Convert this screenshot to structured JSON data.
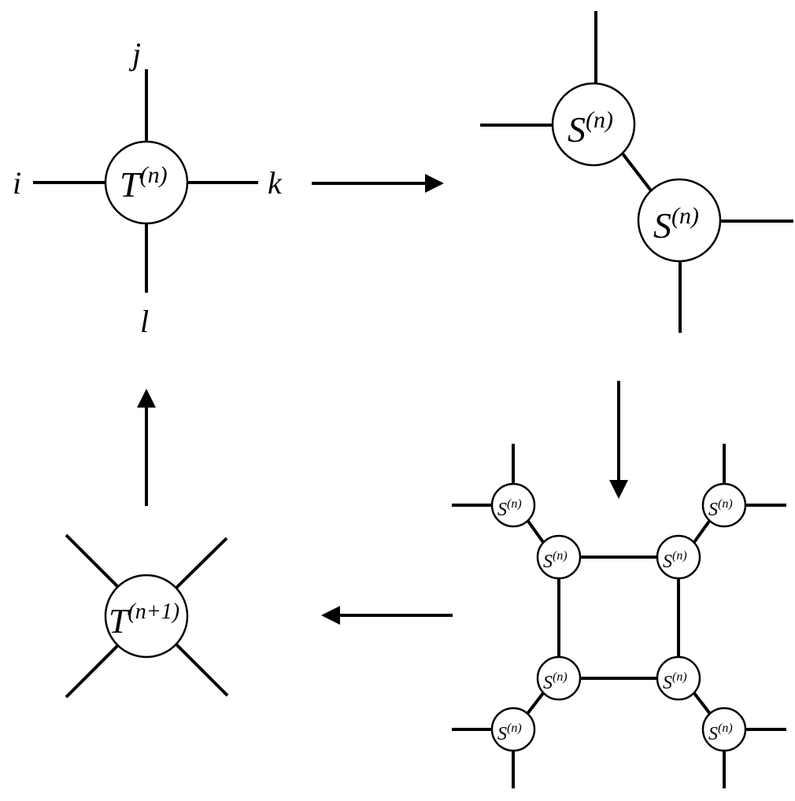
{
  "tensor_t": {
    "base": "T",
    "sup": "(n)"
  },
  "tensor_t_next": {
    "base": "T",
    "sup": "(n+1)"
  },
  "tensor_s": {
    "base": "S",
    "sup": "(n)"
  },
  "indices": {
    "i": "i",
    "j": "j",
    "k": "k",
    "l": "l"
  },
  "colors": {
    "line": "#000000",
    "node_fill": "#ffffff",
    "background": "#ffffff"
  }
}
